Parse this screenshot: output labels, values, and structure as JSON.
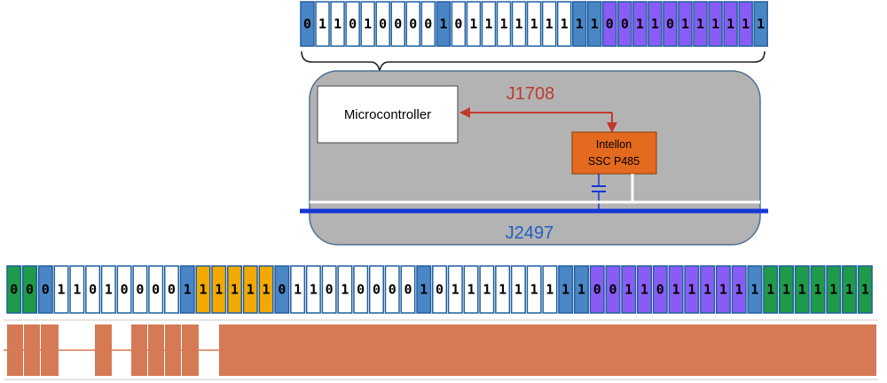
{
  "labels": {
    "microcontroller": "Microcontroller",
    "j1708": "J1708",
    "transceiver_line1": "Intellon",
    "transceiver_line2": "SSC P485",
    "j2497": "J2497"
  },
  "top_frame": {
    "bits": [
      "0",
      "1",
      "1",
      "0",
      "1",
      "0",
      "0",
      "0",
      "0",
      "1",
      "0",
      "1",
      "1",
      "1",
      "1",
      "1",
      "1",
      "1",
      "1",
      "1",
      "0",
      "0",
      "1",
      "1",
      "0",
      "1",
      "1",
      "1",
      "1",
      "1",
      "1"
    ],
    "fills": [
      "b",
      "w",
      "w",
      "w",
      "w",
      "w",
      "w",
      "w",
      "w",
      "b",
      "w",
      "w",
      "w",
      "w",
      "w",
      "w",
      "w",
      "w",
      "b",
      "b",
      "v",
      "v",
      "v",
      "v",
      "v",
      "v",
      "v",
      "v",
      "v",
      "v",
      "b"
    ]
  },
  "bottom_frame": {
    "bits": [
      "0",
      "0",
      "0",
      "1",
      "1",
      "0",
      "1",
      "0",
      "0",
      "0",
      "0",
      "1",
      "1",
      "1",
      "1",
      "1",
      "1",
      "0",
      "1",
      "1",
      "0",
      "1",
      "0",
      "0",
      "0",
      "0",
      "1",
      "0",
      "1",
      "1",
      "1",
      "1",
      "1",
      "1",
      "1",
      "1",
      "1",
      "0",
      "0",
      "1",
      "1",
      "0",
      "1",
      "1",
      "1",
      "1",
      "1",
      "1",
      "1",
      "1",
      "1",
      "1",
      "1",
      "1",
      "1"
    ],
    "fills": [
      "g",
      "g",
      "b",
      "w",
      "w",
      "w",
      "w",
      "w",
      "w",
      "w",
      "w",
      "b",
      "o",
      "o",
      "o",
      "o",
      "o",
      "b",
      "w",
      "w",
      "w",
      "w",
      "w",
      "w",
      "w",
      "w",
      "b",
      "w",
      "w",
      "w",
      "w",
      "w",
      "w",
      "w",
      "w",
      "b",
      "b",
      "v",
      "v",
      "v",
      "v",
      "v",
      "v",
      "v",
      "v",
      "v",
      "v",
      "b",
      "g",
      "g",
      "g",
      "g",
      "g",
      "g",
      "g"
    ]
  },
  "colors": {
    "b": "#4a86c5",
    "w": "#ffffff",
    "v": "#8a5cf6",
    "g": "#1f9a4a",
    "o": "#f2a900",
    "cell_border": "#1f5f9f",
    "panel": "#b3b3b3",
    "panel_border": "#4f6f8f",
    "j1708": "#c0392b",
    "j2497": "#1f5fbf",
    "bus": "#1537d6",
    "transceiver": "#e46a1f",
    "waveform": "#d57a55"
  }
}
